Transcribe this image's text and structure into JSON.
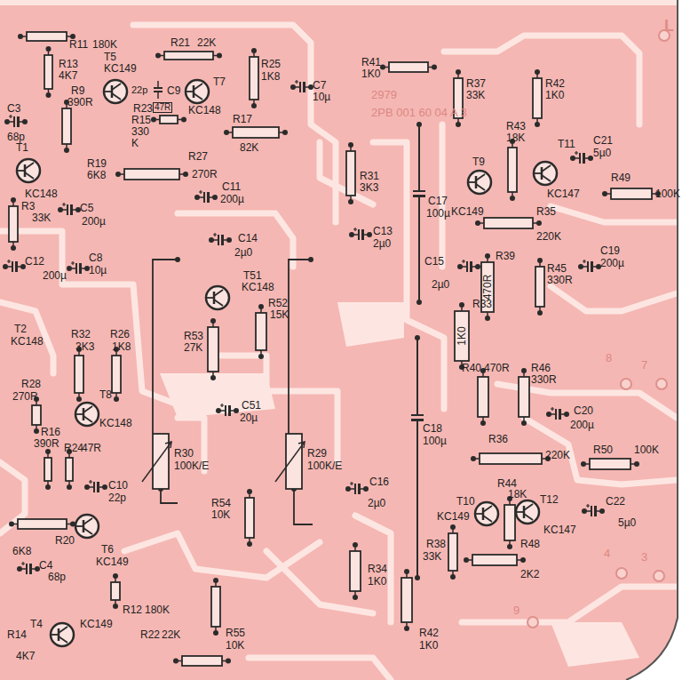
{
  "diagram": {
    "labels": [
      "R11",
      "180K",
      "T5",
      "KC149",
      "R21",
      "22K",
      "R25",
      "1K8",
      "R41",
      "1K0",
      "L",
      "R13",
      "4K7",
      "22p",
      "C9",
      "R23",
      "47R",
      "T7",
      "KC148",
      "C7",
      "10µ",
      "2979",
      "2PB 001 60 04 A 3",
      "C3",
      "68p",
      "R9",
      "390R",
      "R15",
      "330 K",
      "R17",
      "82K",
      "R37",
      "33K",
      "R42",
      "1K0",
      "R43",
      "18K",
      "T11",
      "C21",
      "5µ0",
      "T1",
      "KC148",
      "R19",
      "6K8",
      "R27",
      "270R",
      "T9",
      "KC149",
      "KC147",
      "R49",
      "100K",
      "C11",
      "200µ",
      "R31",
      "3K3",
      "C17",
      "100µ",
      "R35",
      "220K",
      "R3",
      "33K",
      "C5",
      "200µ",
      "C14",
      "2µ0",
      "C13",
      "2µ0",
      "C15",
      "2µ0",
      "R39",
      "470R",
      "R45",
      "330R",
      "C19",
      "200µ",
      "T51",
      "KC148",
      "R52",
      "15K",
      "C12",
      "200µ",
      "C8",
      "10µ",
      "R53",
      "27K",
      "R33",
      "1K0",
      "T2",
      "KC148",
      "R32",
      "3K3",
      "R26",
      "1K8",
      "R40",
      "470R",
      "R46",
      "330R",
      "8",
      "7",
      "R28",
      "270R",
      "C51",
      "20µ",
      "C20",
      "200µ",
      "T8",
      "KC148",
      "R16",
      "390R",
      "R24",
      "47R",
      "R30",
      "100K/E",
      "R29",
      "100K/E",
      "C18",
      "100µ",
      "R36",
      "220K",
      "R50",
      "100K",
      "C16",
      "2µ0",
      "R44",
      "18K",
      "T10",
      "KC149",
      "T12",
      "KC147",
      "C22",
      "5µ0",
      "C10",
      "22p",
      "R54",
      "10K",
      "R38",
      "33K",
      "R48",
      "2K2",
      "R20",
      "6K8",
      "C4",
      "68p",
      "T6",
      "KC149",
      "4",
      "3",
      "R34",
      "1K0",
      "R12",
      "180K",
      "R22",
      "22K",
      "R55",
      "10K",
      "9",
      "R42",
      "1K0",
      "T4",
      "KC149",
      "R14",
      "4K7"
    ]
  }
}
